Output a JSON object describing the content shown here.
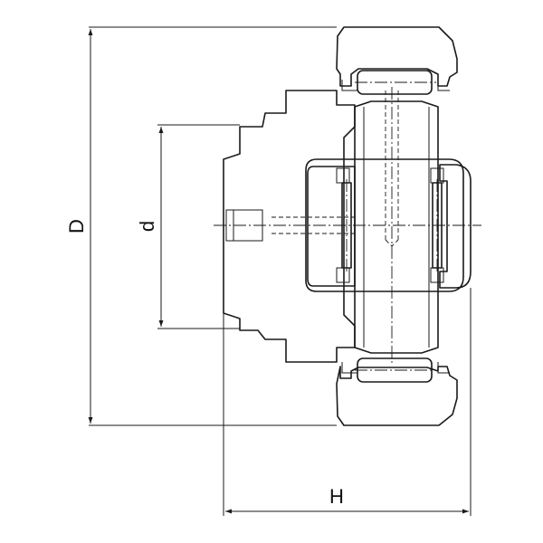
{
  "labels": {
    "outer_diameter": "D",
    "inner_diameter": "d",
    "width": "H"
  },
  "colors": {
    "line": "#1a1a1a",
    "background": "#ffffff"
  }
}
